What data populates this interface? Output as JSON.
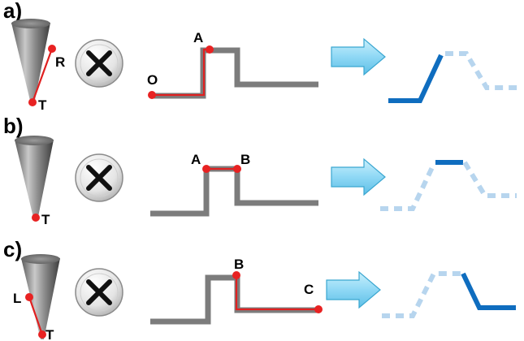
{
  "panels": [
    {
      "id": "a",
      "label": "a)",
      "tip_labels": [
        "R",
        "T"
      ],
      "points": [
        "O",
        "A"
      ]
    },
    {
      "id": "b",
      "label": "b)",
      "tip_labels": [
        "T"
      ],
      "points": [
        "A",
        "B"
      ]
    },
    {
      "id": "c",
      "label": "c)",
      "tip_labels": [
        "L",
        "T"
      ],
      "points": [
        "B",
        "C"
      ]
    }
  ],
  "icons": {
    "cone": "conical-tip-icon",
    "convolution": "multiply-circle-icon",
    "arrow": "right-arrow-icon"
  },
  "colors": {
    "trace": "#e02020",
    "profile": "#7c7c7c",
    "result": "#0f6dbf",
    "result_faded": "#b7d5ee",
    "arrow_fill": "#8fd8f5"
  }
}
